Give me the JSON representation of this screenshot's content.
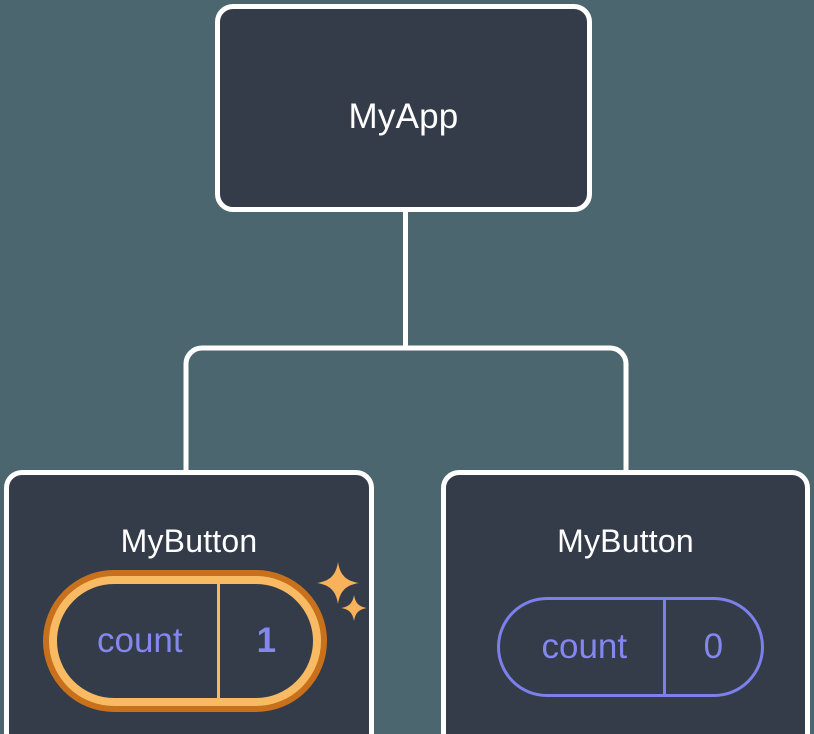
{
  "diagram": {
    "title": "react-component-state-tree",
    "background_color": "#4c6670",
    "node_fill_color": "#343c4a",
    "node_border_color": "#ffffff",
    "edge_color": "#ffffff",
    "state_color": "#8487ee",
    "highlight_outer_color": "#c8701c",
    "highlight_inner_color": "#f8bb63",
    "sparkle_color": "#f8b259"
  },
  "root": {
    "label": "MyApp"
  },
  "children": [
    {
      "label": "MyButton",
      "state": {
        "key": "count",
        "value": "1"
      },
      "highlighted": true,
      "sparkles": 2
    },
    {
      "label": "MyButton",
      "state": {
        "key": "count",
        "value": "0"
      },
      "highlighted": false,
      "sparkles": 0
    }
  ]
}
